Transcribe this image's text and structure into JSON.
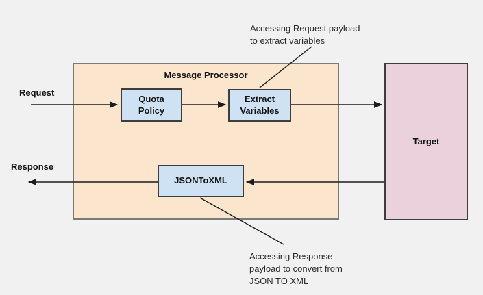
{
  "diagram": {
    "processor": {
      "title": "Message Processor"
    },
    "nodes": {
      "quota_policy": {
        "lines": [
          "Quota",
          "Policy"
        ]
      },
      "extract_variables": {
        "lines": [
          "Extract",
          "Variables"
        ]
      },
      "jsontoxml": {
        "label": "JSONToXML"
      },
      "target": {
        "label": "Target"
      }
    },
    "flow_labels": {
      "request": "Request",
      "response": "Response"
    },
    "annotations": {
      "request_payload": {
        "lines": [
          "Accessing Request payload",
          "to extract variables"
        ]
      },
      "response_payload": {
        "lines": [
          "Accessing Response",
          "payload to convert from",
          "JSON TO XML"
        ]
      }
    },
    "colors": {
      "background": "#f1f1f2",
      "processor_fill": "#fce5cd",
      "processor_border": "#7a7a78",
      "policy_node_fill": "#cfe2f3",
      "target_fill": "#ead1dc",
      "node_border": "#3d3d3d",
      "line": "#1c1c1c",
      "text": "#141414"
    }
  }
}
